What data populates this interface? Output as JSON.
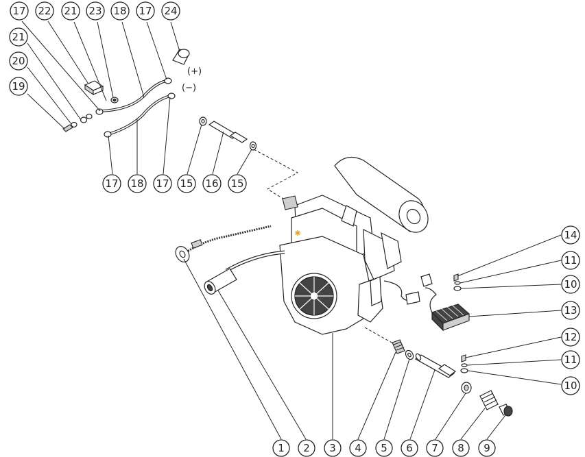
{
  "diagram": {
    "type": "exploded-parts-diagram",
    "polarity_labels": {
      "positive": "(+)",
      "negative": "(−)"
    },
    "callouts": [
      {
        "id": "c-top-17a",
        "label": "17"
      },
      {
        "id": "c-top-22",
        "label": "22"
      },
      {
        "id": "c-top-21",
        "label": "21"
      },
      {
        "id": "c-top-23",
        "label": "23"
      },
      {
        "id": "c-top-18",
        "label": "18"
      },
      {
        "id": "c-top-17b",
        "label": "17"
      },
      {
        "id": "c-top-24",
        "label": "24"
      },
      {
        "id": "c-left-21",
        "label": "21"
      },
      {
        "id": "c-left-20",
        "label": "20"
      },
      {
        "id": "c-left-19",
        "label": "19"
      },
      {
        "id": "c-mid-17a",
        "label": "17"
      },
      {
        "id": "c-mid-18",
        "label": "18"
      },
      {
        "id": "c-mid-17b",
        "label": "17"
      },
      {
        "id": "c-mid-15a",
        "label": "15"
      },
      {
        "id": "c-mid-16",
        "label": "16"
      },
      {
        "id": "c-mid-15b",
        "label": "15"
      },
      {
        "id": "c-right-14",
        "label": "14"
      },
      {
        "id": "c-right-11a",
        "label": "11"
      },
      {
        "id": "c-right-10a",
        "label": "10"
      },
      {
        "id": "c-right-13",
        "label": "13"
      },
      {
        "id": "c-right-12",
        "label": "12"
      },
      {
        "id": "c-right-11b",
        "label": "11"
      },
      {
        "id": "c-right-10b",
        "label": "10"
      },
      {
        "id": "c-bot-1",
        "label": "1"
      },
      {
        "id": "c-bot-2",
        "label": "2"
      },
      {
        "id": "c-bot-3",
        "label": "3"
      },
      {
        "id": "c-bot-4",
        "label": "4"
      },
      {
        "id": "c-bot-5",
        "label": "5"
      },
      {
        "id": "c-bot-6",
        "label": "6"
      },
      {
        "id": "c-bot-7",
        "label": "7"
      },
      {
        "id": "c-bot-8",
        "label": "8"
      },
      {
        "id": "c-bot-9",
        "label": "9"
      }
    ]
  }
}
